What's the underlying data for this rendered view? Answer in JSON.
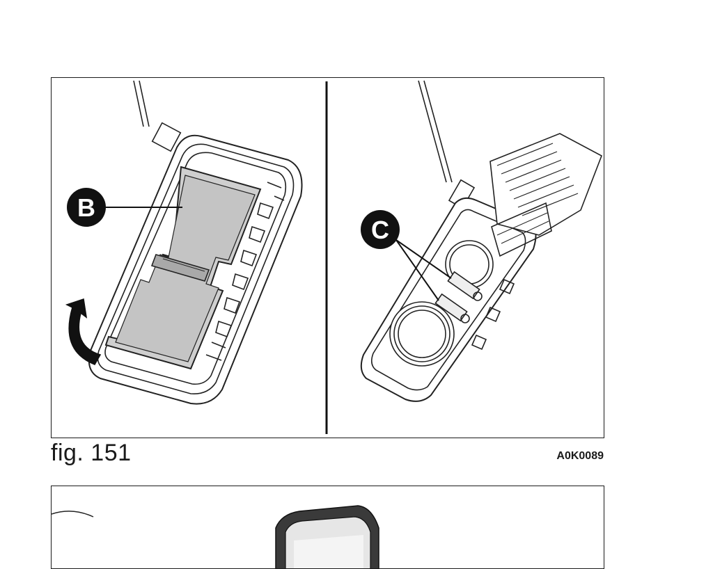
{
  "figure": {
    "caption": "fig. 151",
    "code": "A0K0089",
    "callout_left": "B",
    "callout_right": "C"
  }
}
